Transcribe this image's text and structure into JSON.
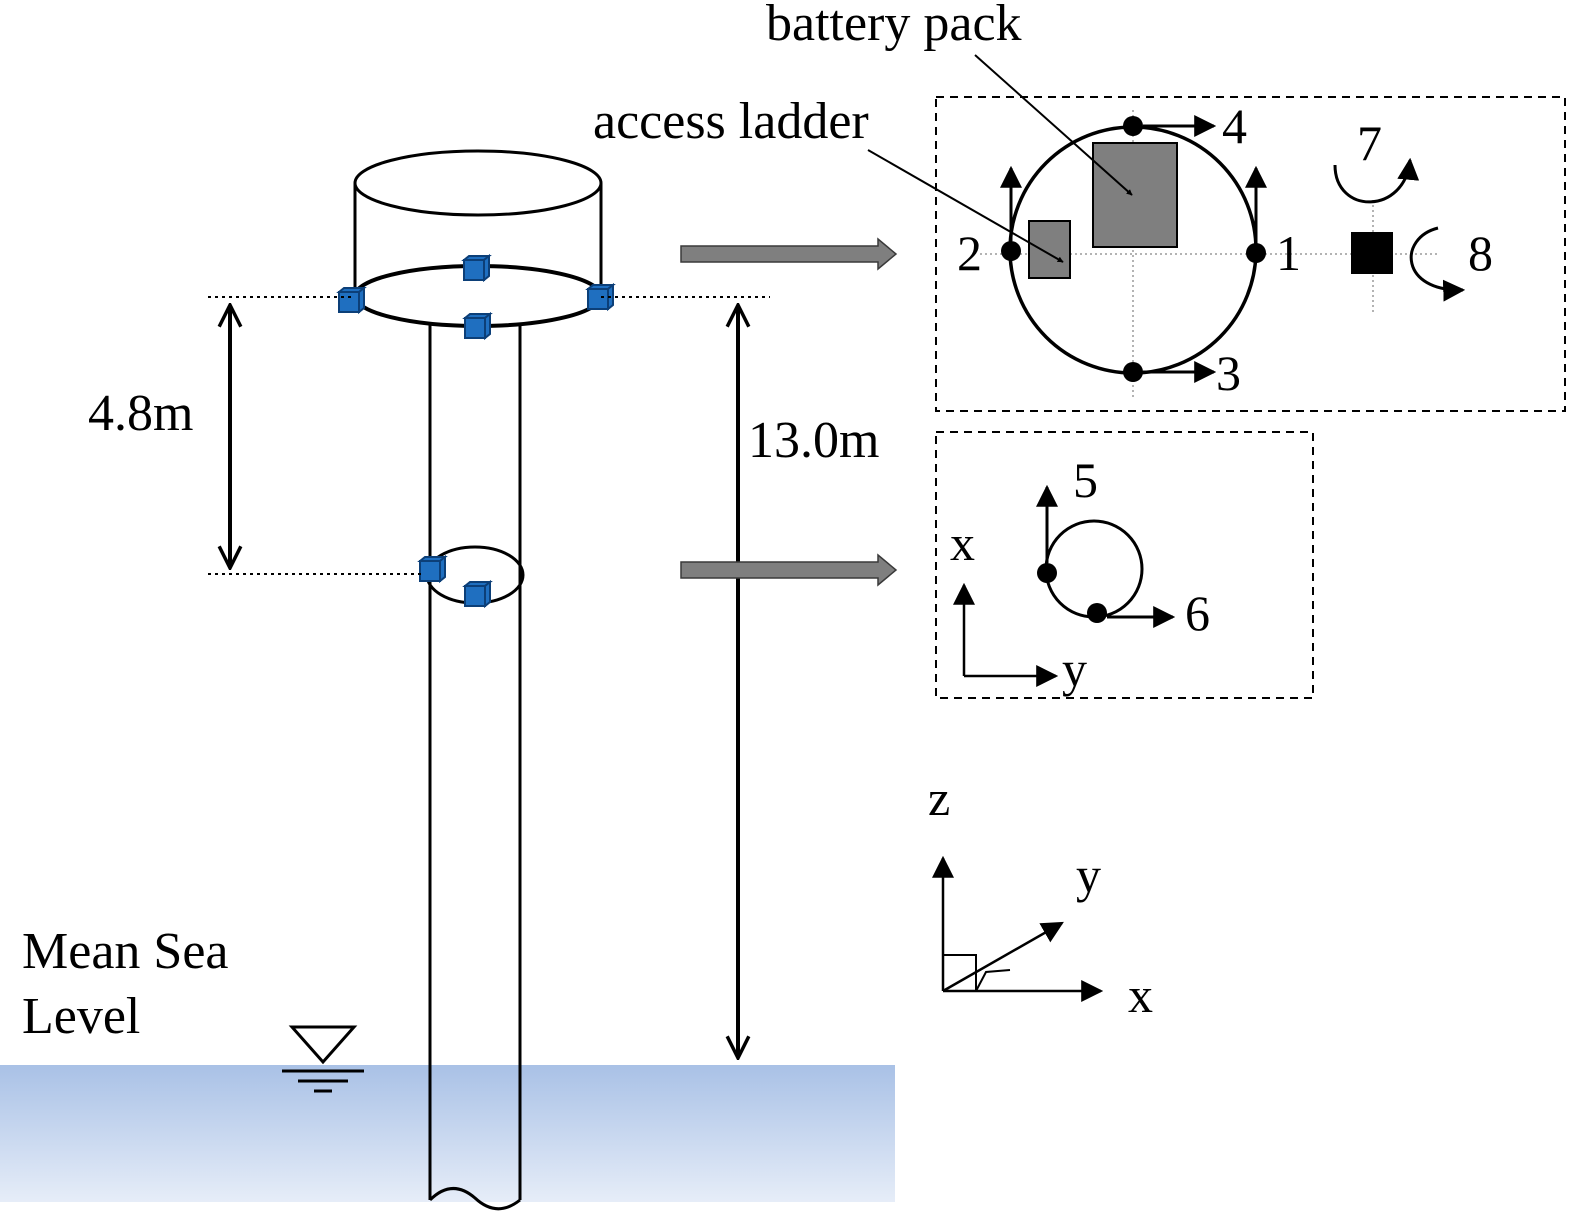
{
  "labels": {
    "battery_pack": "battery pack",
    "access_ladder": "access ladder",
    "dim_upper": "4.8m",
    "dim_total": "13.0m",
    "sea_level_line1": "Mean Sea",
    "sea_level_line2": "Level"
  },
  "sensor_numbers": {
    "n1": "1",
    "n2": "2",
    "n3": "3",
    "n4": "4",
    "n5": "5",
    "n6": "6",
    "n7": "7",
    "n8": "8"
  },
  "axes": {
    "inset_x": "x",
    "inset_y": "y",
    "global_z": "z",
    "global_y": "y",
    "global_x": "x"
  },
  "colors": {
    "sensor_blue": "#1f6fc0",
    "water_top": "#a9c1e6",
    "water_bottom": "#e4ecf8",
    "box_gray": "#7f7f7f"
  }
}
